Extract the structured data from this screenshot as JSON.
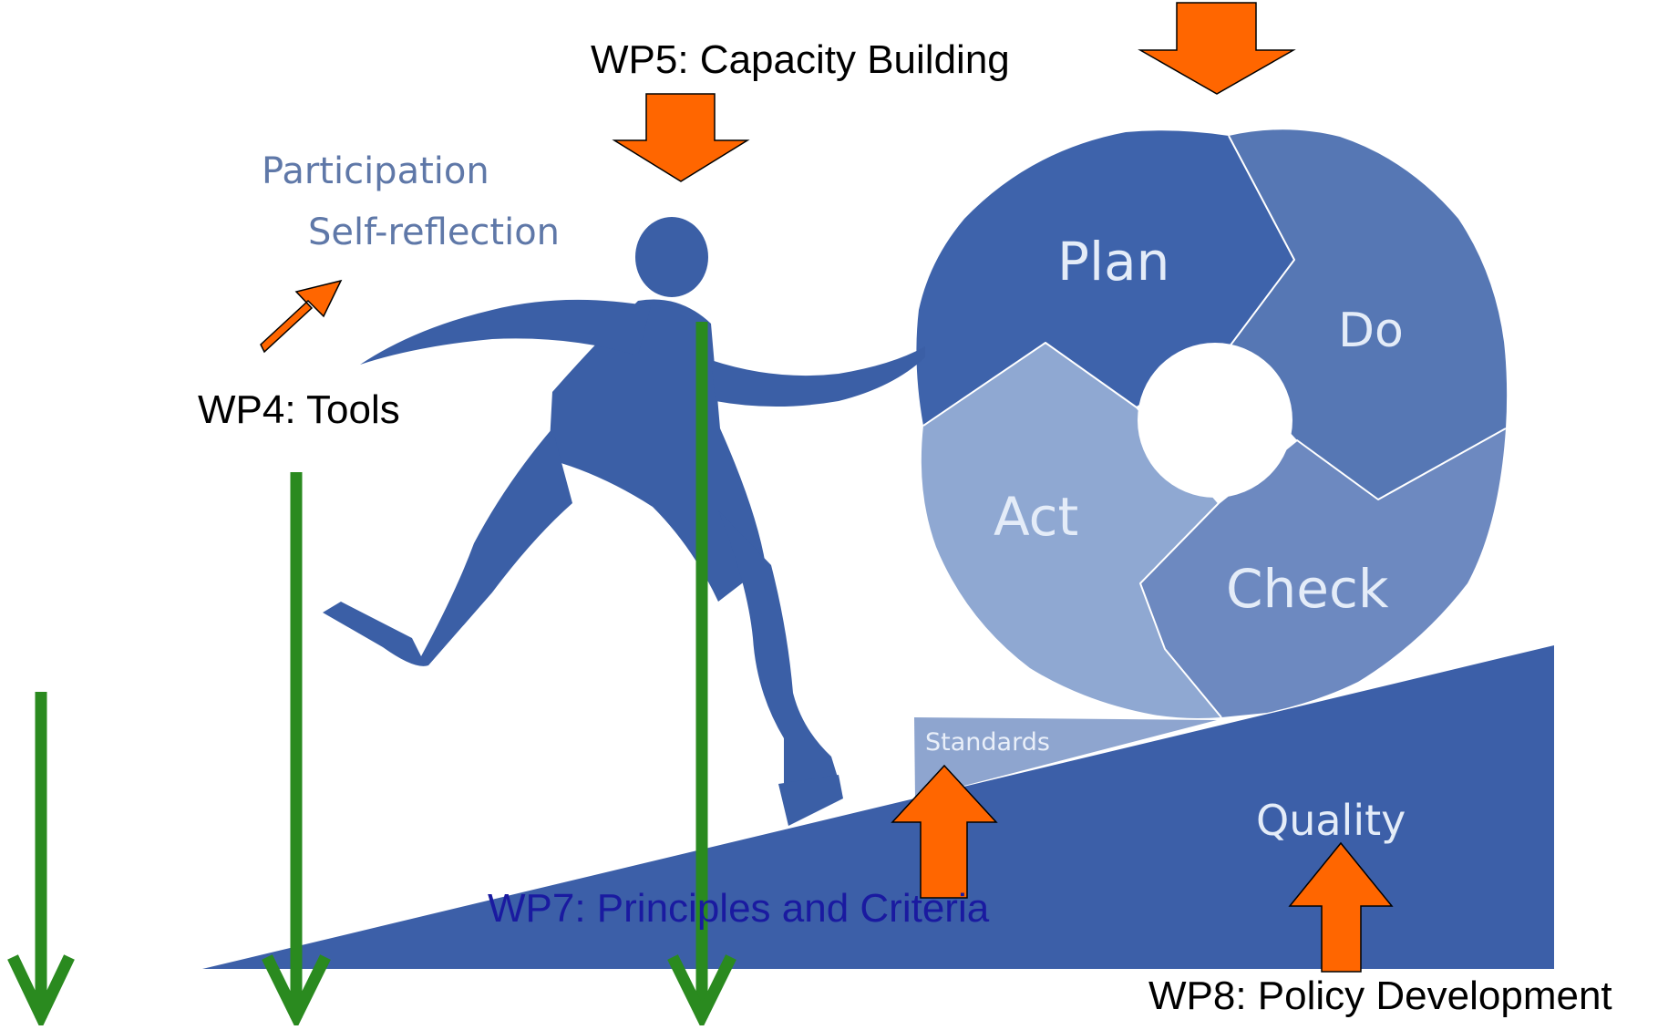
{
  "colors": {
    "figure_blue": "#3b5fa6",
    "wedge_plan": "#3e63ab",
    "wedge_do": "#5677b4",
    "wedge_check": "#6d89c0",
    "wedge_act": "#8fa8d2",
    "ramp_blue": "#3c5fa8",
    "standards_wedge": "#8ea5cf",
    "orange_arrow": "#ff6600",
    "green_arrow": "#2a8a1f",
    "soft_text": "#5f78a8"
  },
  "figure_text": {
    "participation": "Participation",
    "self_reflection": "Self-reflection"
  },
  "cycle": {
    "plan": "Plan",
    "do": "Do",
    "check": "Check",
    "act": "Act"
  },
  "ramp": {
    "standards": "Standards",
    "quality": "Quality"
  },
  "labels": {
    "wp4": "WP4: Tools",
    "wp5": "WP5: Capacity Building",
    "wp7": "WP7: Principles and Criteria",
    "wp8": "WP8: Policy Development"
  }
}
